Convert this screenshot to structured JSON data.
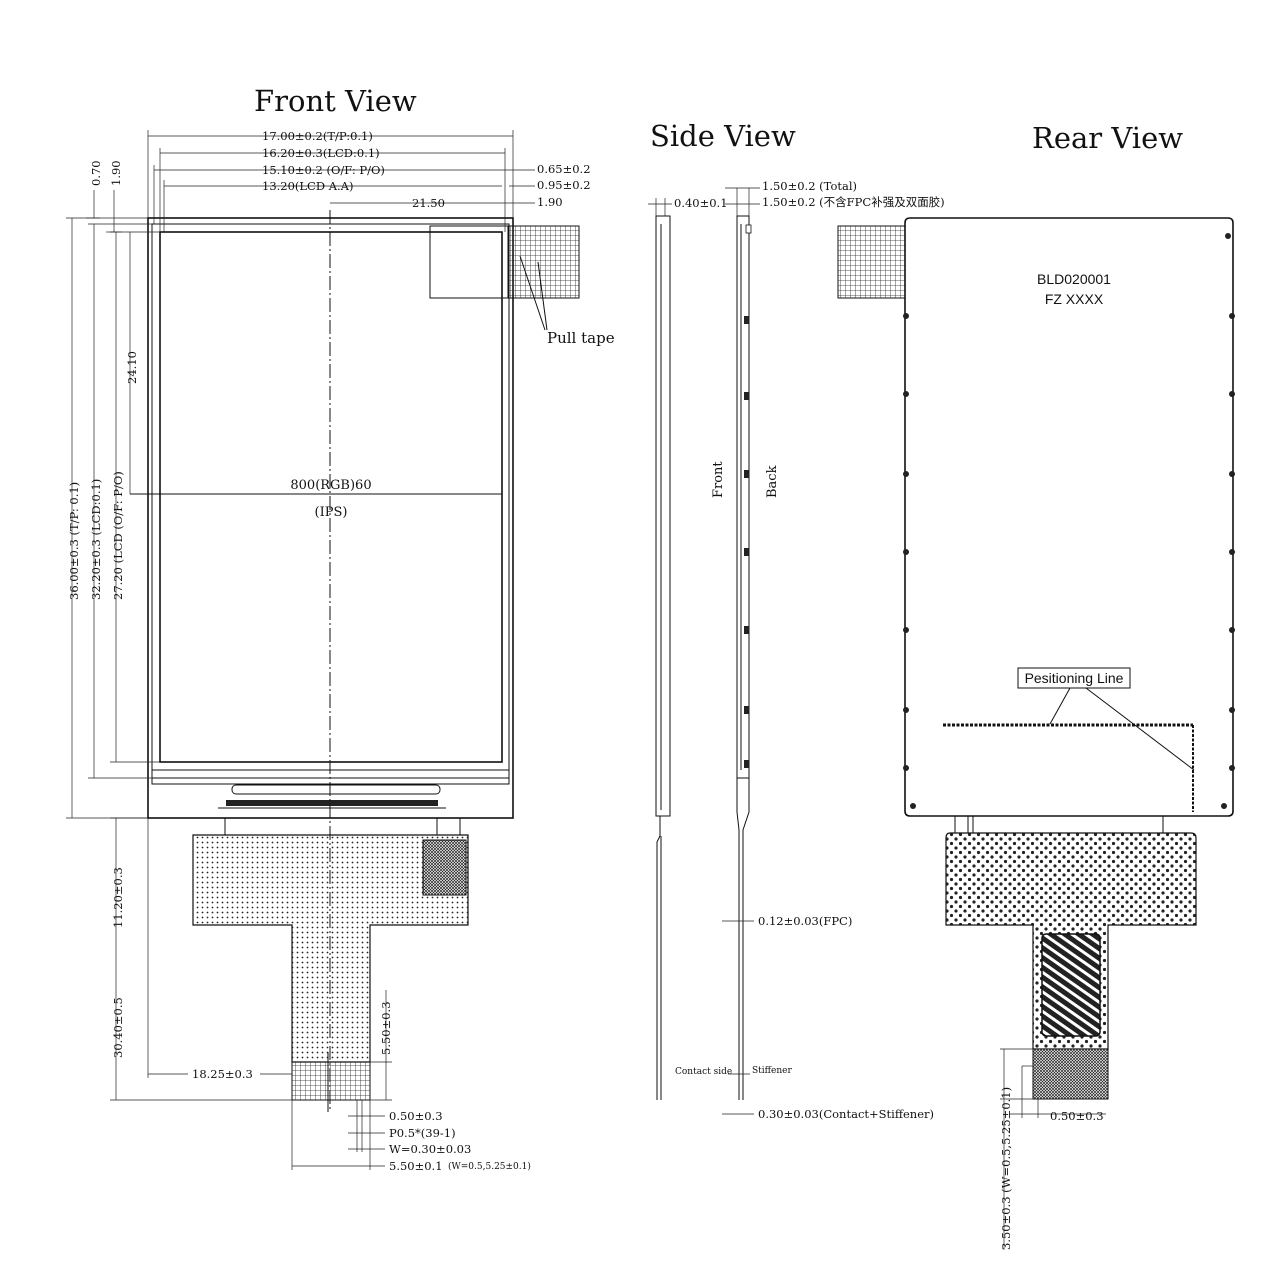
{
  "views": {
    "front": "Front View",
    "side": "Side View",
    "rear": "Rear View"
  },
  "front": {
    "top_dims": [
      "17.00±0.2(T/P:0.1)",
      "16.20±0.3(LCD:0.1)",
      "15.10±0.2 (O/F: P/O)",
      "13.20(LCD A.A)"
    ],
    "right_dims": [
      "0.65±0.2",
      "0.95±0.2",
      "1.90"
    ],
    "upper_left_dims": [
      "0.70",
      "1.90"
    ],
    "dim_21_50": "21.50",
    "dim_24_10": "24.10",
    "left_dims": [
      "36.00±0.3 (T/P: 0.1)",
      "32.20±0.3 (LCD:0.1)",
      "27.20 (LCD (O/F: P/O)"
    ],
    "resolution": "800(RGB)60",
    "panel": "(IPS)",
    "pull_tape": "Pull tape",
    "fpc_dims": {
      "d_11_20": "11.20±0.3",
      "d_30_40": "30.40±0.5",
      "d_18_25": "18.25±0.3",
      "d_5_50v": "5.50±0.3"
    },
    "pin_dims": [
      "0.50±0.3",
      "P0.5*(39-1)",
      "W=0.30±0.03",
      "5.50±0.1"
    ],
    "pin_dim_note": "(W=0.5,5.25±0.1)"
  },
  "side": {
    "dims": [
      "1.50±0.2 (Total)",
      "1.50±0.2 (不含FPC补强及双面胶)",
      "0.40±0.1"
    ],
    "front_label": "Front",
    "back_label": "Back",
    "fpc_dim": "0.12±0.03(FPC)",
    "contact_label": "Contact side",
    "stiffener_label": "Stiffener",
    "bottom_dim": "0.30±0.03(Contact+Stiffener)"
  },
  "rear": {
    "model": "BLD020001",
    "code": "FZ XXXX",
    "positioning": "Pesitioning Line",
    "dim_0_50": "0.50±0.3",
    "dim_3_50": "3.50±0.3 (W=0.5,5.25±0.1)"
  }
}
